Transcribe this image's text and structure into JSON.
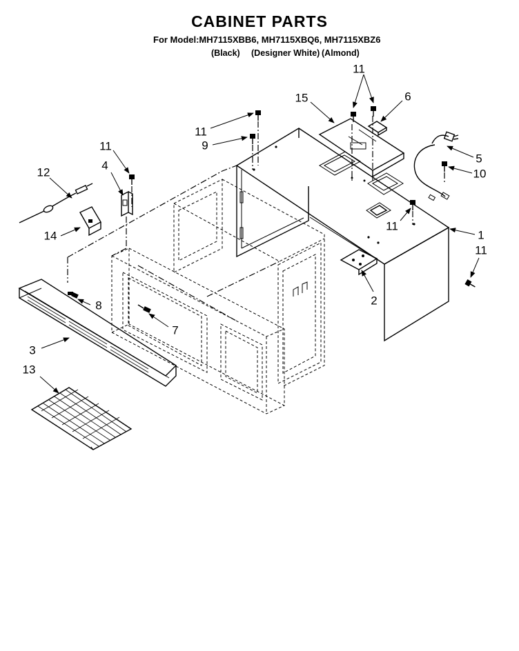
{
  "title": "CABINET PARTS",
  "subtitle": "For Model:MH7115XBB6, MH7115XBQ6, MH7115XBZ6",
  "variants": [
    "(Black)",
    "(Designer White)",
    "(Almond)"
  ],
  "callouts": [
    {
      "id": "c-11a",
      "label": "11"
    },
    {
      "id": "c-15",
      "label": "15"
    },
    {
      "id": "c-6",
      "label": "6"
    },
    {
      "id": "c-11b",
      "label": "11"
    },
    {
      "id": "c-9",
      "label": "9"
    },
    {
      "id": "c-11c",
      "label": "11"
    },
    {
      "id": "c-4",
      "label": "4"
    },
    {
      "id": "c-12",
      "label": "12"
    },
    {
      "id": "c-14",
      "label": "14"
    },
    {
      "id": "c-5",
      "label": "5"
    },
    {
      "id": "c-10",
      "label": "10"
    },
    {
      "id": "c-11d",
      "label": "11"
    },
    {
      "id": "c-1",
      "label": "1"
    },
    {
      "id": "c-11e",
      "label": "11"
    },
    {
      "id": "c-2",
      "label": "2"
    },
    {
      "id": "c-8",
      "label": "8"
    },
    {
      "id": "c-7",
      "label": "7"
    },
    {
      "id": "c-3",
      "label": "3"
    },
    {
      "id": "c-13",
      "label": "13"
    }
  ]
}
